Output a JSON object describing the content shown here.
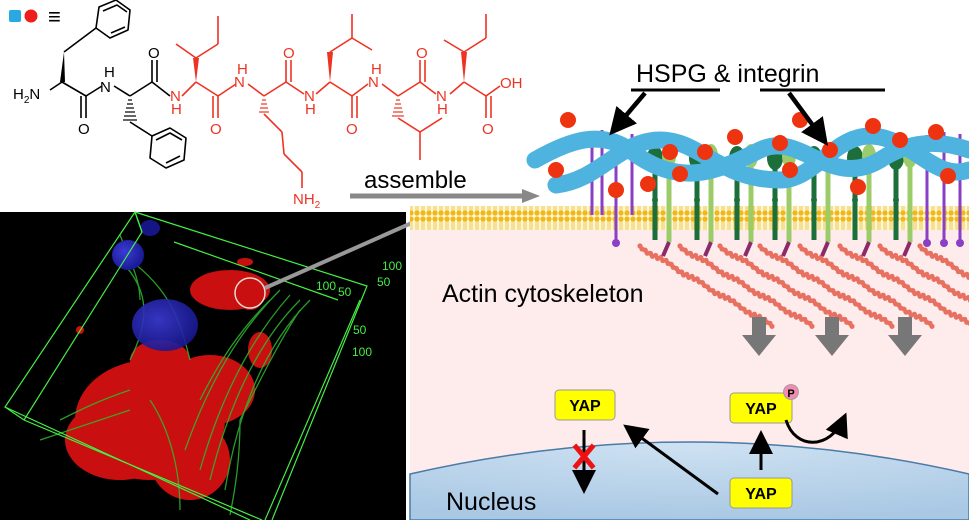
{
  "legend": {
    "symbol_square_color": "#29a9e1",
    "symbol_circle_color": "#ee1c1c",
    "equiv_sign": "≡"
  },
  "molecule": {
    "black_color": "#000000",
    "red_color": "#ee3322",
    "labels": {
      "h2n": "H2N",
      "o": "O",
      "n": "N",
      "h": "H",
      "oh": "OH",
      "nh2": "NH2"
    },
    "residues": [
      {
        "name": "Phe",
        "color": "black"
      },
      {
        "name": "Phe",
        "color": "black"
      },
      {
        "name": "Ile",
        "color": "red"
      },
      {
        "name": "Lys",
        "color": "red"
      },
      {
        "name": "Leu",
        "color": "red"
      },
      {
        "name": "Leu",
        "color": "red"
      },
      {
        "name": "Ile",
        "color": "red"
      }
    ]
  },
  "labels": {
    "assemble": "assemble",
    "hspg_integrin": "HSPG & integrin",
    "actin_cytoskeleton": "Actin cytoskeleton",
    "nucleus": "Nucleus",
    "yap": "YAP",
    "phospho": "P"
  },
  "microscopy": {
    "axis_labels_top": [
      "100",
      "50"
    ],
    "axis_labels_right_corner": [
      "100",
      "50"
    ],
    "axis_labels_side": [
      "50",
      "100"
    ],
    "colors": {
      "actin": "#33cc33",
      "nuclei": "#1a1aa8",
      "peptide": "#dd1111",
      "box": "#44ee44"
    }
  },
  "colors": {
    "fiber": "#4fb3df",
    "red_bead": "#ee3311",
    "membrane": "#f2c21a",
    "cytoplasm": "#fdeceb",
    "nucleus_fill": "#b8d4ea",
    "nucleus_edge": "#4a7aa6",
    "integrin_dark": "#1c6e3a",
    "integrin_light": "#9ccc6a",
    "hspg": "#8a3fc4",
    "actin": "#e87060",
    "yap_fill": "#ffff00",
    "phospho_fill": "#f08cb0",
    "arrow_gray": "#777777",
    "block_x": "#ee1111"
  }
}
